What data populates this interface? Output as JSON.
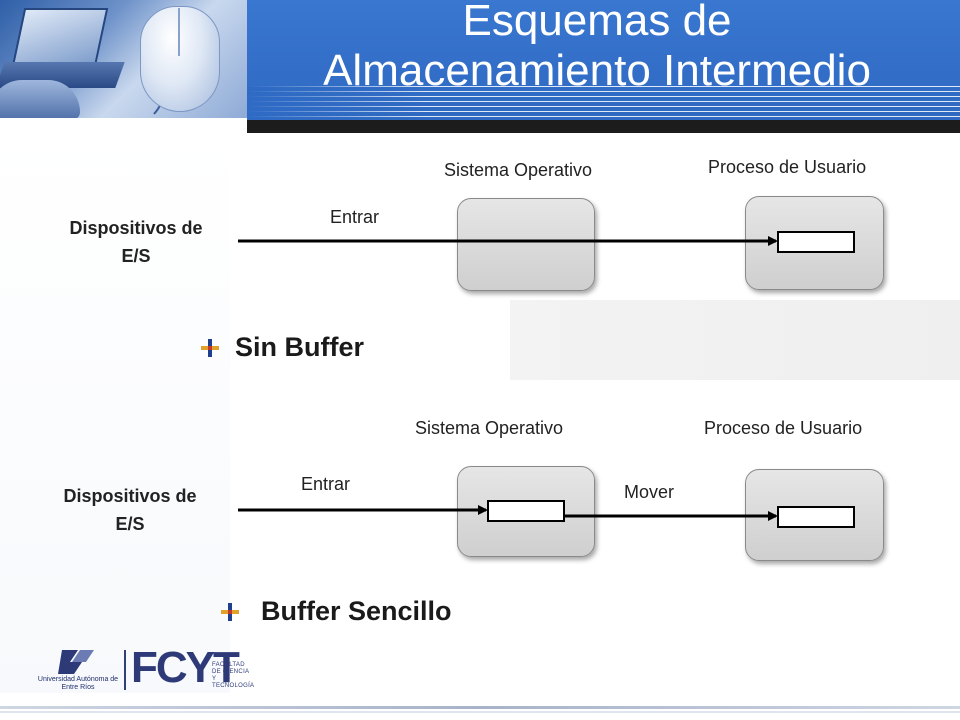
{
  "title": {
    "line1": "Esquemas de",
    "line2": "Almacenamiento Intermedio"
  },
  "diagram_top": {
    "device_label_line1": "Dispositivos de",
    "device_label_line2": "E/S",
    "so_label": "Sistema Operativo",
    "user_label": "Proceso de Usuario",
    "arrow_label": "Entrar",
    "caption": "Sin Buffer"
  },
  "diagram_bottom": {
    "device_label_line1": "Dispositivos de",
    "device_label_line2": "E/S",
    "so_label": "Sistema Operativo",
    "user_label": "Proceso de Usuario",
    "arrow_label_in": "Entrar",
    "arrow_label_move": "Mover",
    "caption": "Buffer Sencillo"
  },
  "footer": {
    "uader_text": "Universidad Autónoma de Entre Ríos",
    "fcyt": "FCYT",
    "fcyt_sub": "FACULTAD DE CIENCIA Y TECNOLOGÍA"
  },
  "colors": {
    "title_bar": "#2d67c0",
    "box_fill": "#d9d9d9",
    "brand_navy": "#2e3a78"
  }
}
